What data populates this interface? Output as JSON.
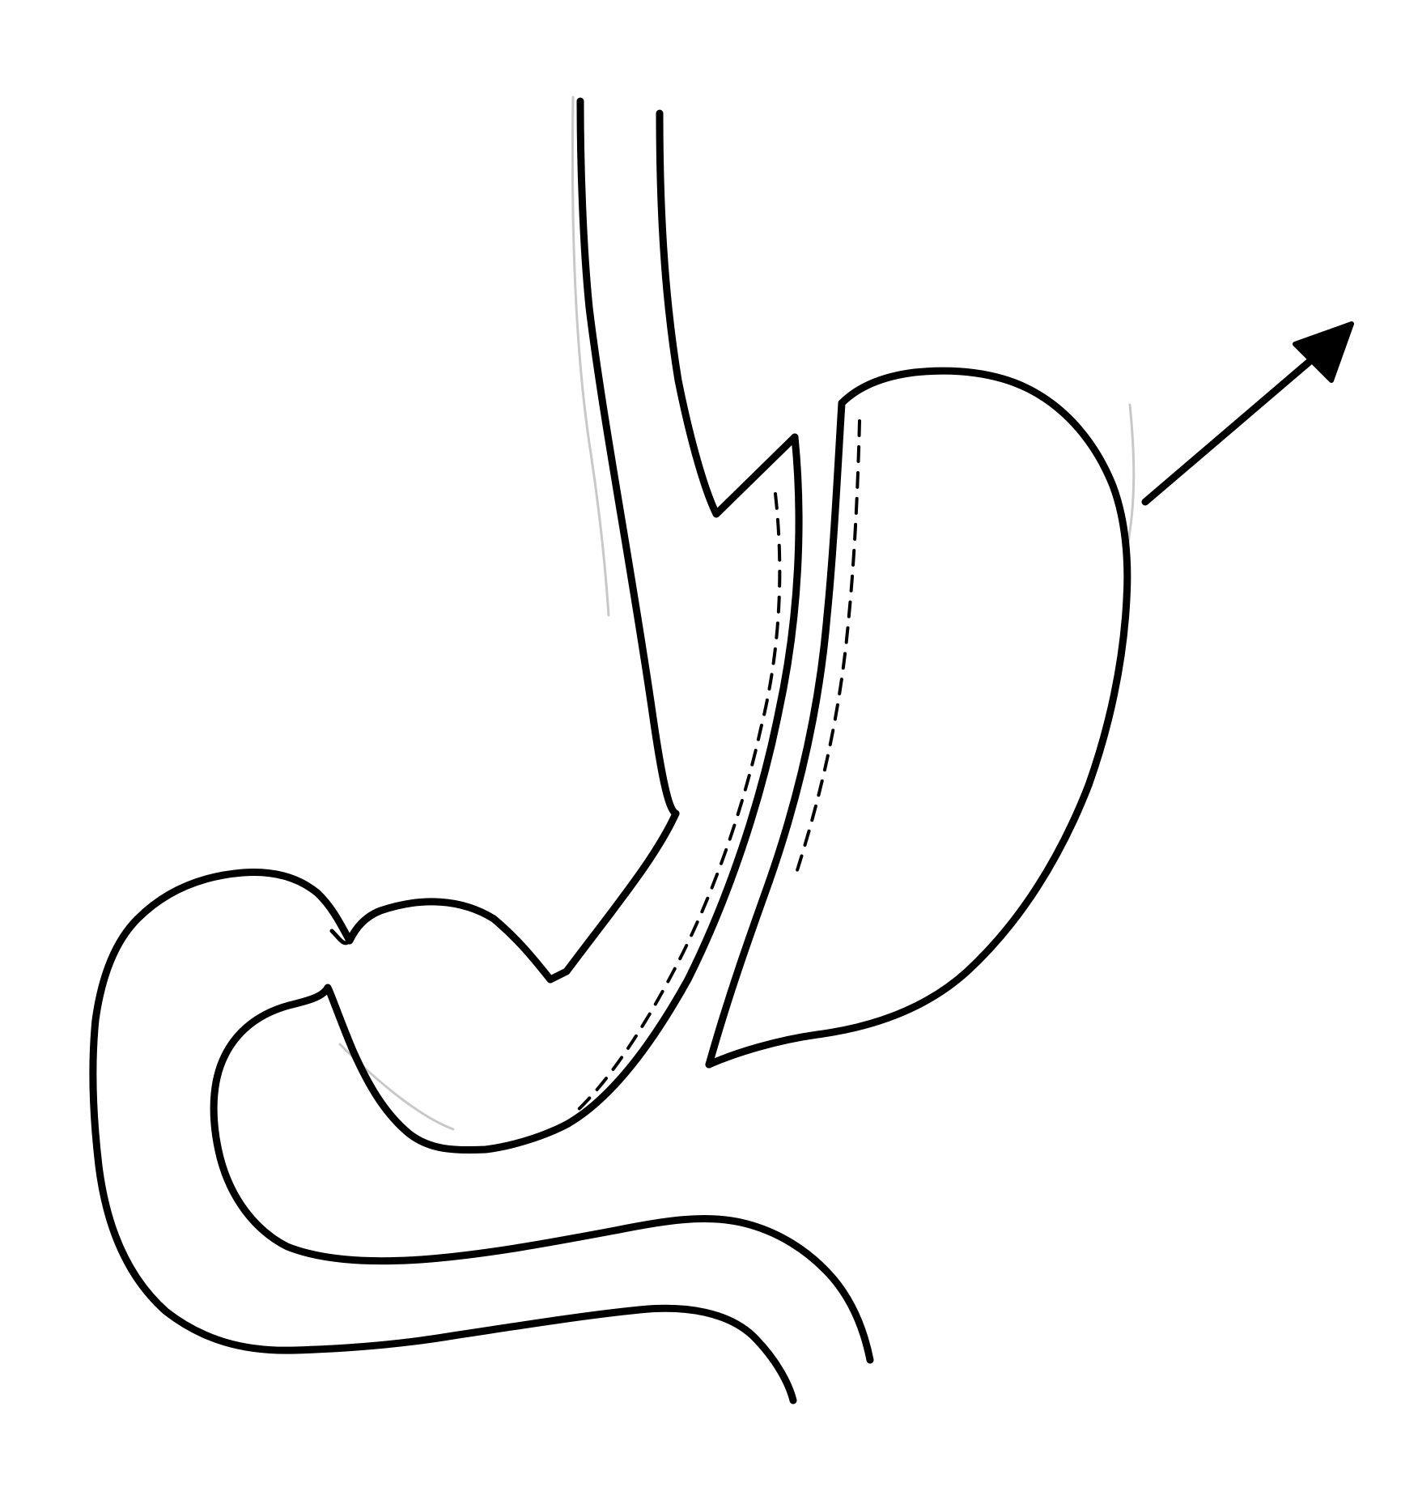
{
  "diagram": {
    "ink_color": "#000000",
    "background_color": "#ffffff",
    "parts": [
      "esophagus",
      "gastric-sleeve",
      "excised-gastric-remnant",
      "staple-line",
      "duodenum",
      "removal-arrow"
    ]
  }
}
